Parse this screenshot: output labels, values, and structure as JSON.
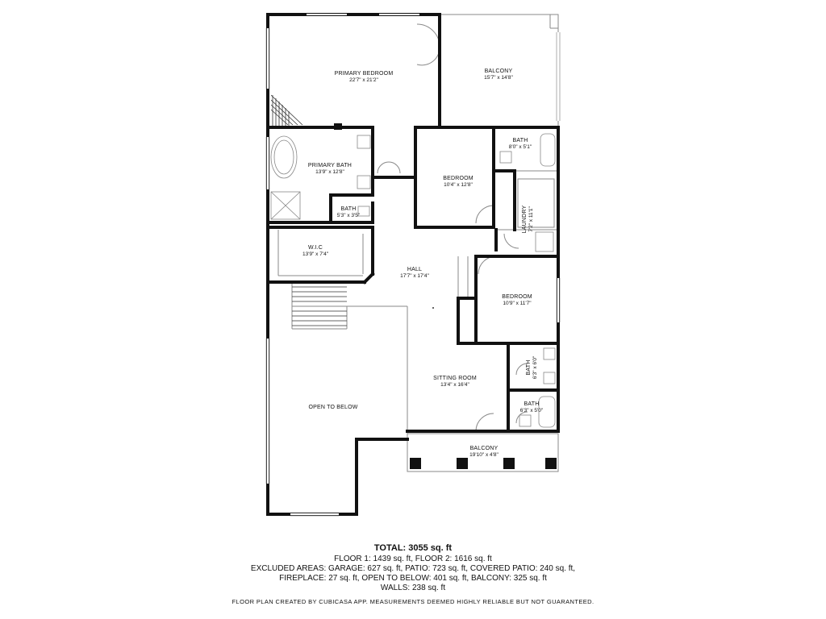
{
  "rooms": {
    "primary_bedroom": {
      "name": "PRIMARY BEDROOM",
      "dim": "22'7\" x 21'2\""
    },
    "balcony_upper": {
      "name": "BALCONY",
      "dim": "15'7\" x 14'8\""
    },
    "primary_bath": {
      "name": "PRIMARY BATH",
      "dim": "13'9\" x 12'8\""
    },
    "bath_small": {
      "name": "BATH",
      "dim": "5'3\" x 3'5\""
    },
    "bedroom_1": {
      "name": "BEDROOM",
      "dim": "10'4\" x 12'8\""
    },
    "bath_top_right": {
      "name": "BATH",
      "dim": "8'0\" x 5'1\""
    },
    "laundry": {
      "name": "LAUNDRY",
      "dim": "7'2\" x 11'1\""
    },
    "wic": {
      "name": "W.I.C",
      "dim": "13'9\" x 7'4\""
    },
    "hall": {
      "name": "HALL",
      "dim": "17'7\" x 17'4\""
    },
    "bedroom_2": {
      "name": "BEDROOM",
      "dim": "10'9\" x 11'7\""
    },
    "bath_mid_right": {
      "name": "BATH",
      "dim": "6'3\" x 6'0\""
    },
    "sitting_room": {
      "name": "SITTING ROOM",
      "dim": "13'4\" x 16'4\""
    },
    "bath_lower_right": {
      "name": "BATH",
      "dim": "6'3\" x 5'0\""
    },
    "open_to_below": {
      "name": "OPEN TO BELOW"
    },
    "balcony_lower": {
      "name": "BALCONY",
      "dim": "19'10\" x 4'8\""
    }
  },
  "summary": {
    "total": "TOTAL: 3055 sq. ft",
    "floors": "FLOOR 1: 1439 sq. ft, FLOOR 2: 1616 sq. ft",
    "excluded_1": "EXCLUDED AREAS: GARAGE: 627 sq. ft, PATIO: 723 sq. ft, COVERED PATIO: 240 sq. ft,",
    "excluded_2": "FIREPLACE: 27 sq. ft, OPEN TO BELOW: 401 sq. ft, BALCONY: 325 sq. ft",
    "walls": "WALLS: 238 sq. ft",
    "disclaimer": "FLOOR PLAN CREATED BY CUBICASA APP. MEASUREMENTS DEEMED HIGHLY RELIABLE BUT NOT GUARANTEED."
  },
  "colors": {
    "wall": "#111111",
    "thin_line": "#777777",
    "fixture": "#999999"
  }
}
